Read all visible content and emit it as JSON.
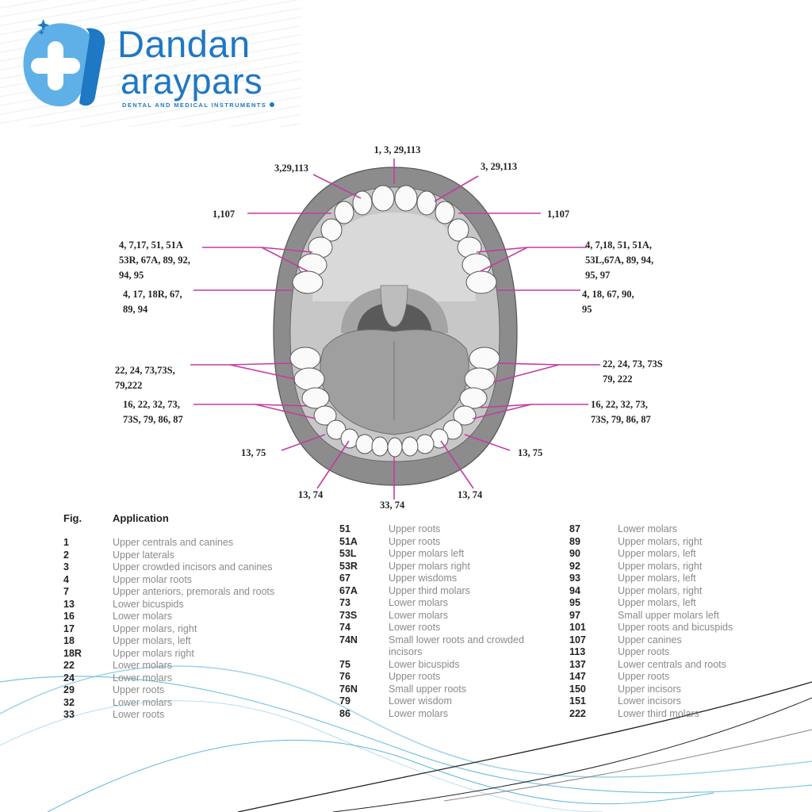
{
  "brand": {
    "name_line1": "Dandan",
    "name_line2": "araypars",
    "tagline": "DENTAL AND MEDICAL INSTRUMENTS",
    "colors": {
      "primary": "#1e78c3",
      "light": "#5fb0e6"
    }
  },
  "diagram": {
    "accent": "#c33ca0",
    "labels": {
      "top_center": "1, 3, 29,113",
      "top_left": "3,29,113",
      "top_right": "3, 29,113",
      "left_1107": "1,107",
      "right_1107": "1,107",
      "upper_left_molars": "4, 7,17, 51, 51A\n53R, 67A, 89, 92,\n94, 95",
      "upper_right_molars": "4, 7,18, 51, 51A,\n53L,67A, 89, 94,\n95, 97",
      "upper_left_roots": "4, 17, 18R, 67,\n89, 94",
      "upper_right_roots": "4, 18, 67, 90,\n95",
      "lower_left_molars": "22, 24, 73,73S,\n79,222",
      "lower_right_molars": "22, 24, 73, 73S\n79, 222",
      "lower_left_roots": "16, 22, 32, 73,\n73S, 79, 86, 87",
      "lower_right_roots": "16, 22, 32, 73,\n73S, 79, 86, 87",
      "lower_left_1375": "13, 75",
      "lower_right_1375": "13, 75",
      "lower_left_1374": "13, 74",
      "lower_right_1374": "13, 74",
      "bottom_center": "33, 74"
    }
  },
  "legend": {
    "fig_header": "Fig.",
    "app_header": "Application",
    "col1": [
      {
        "fig": "1",
        "app": "Upper centrals and canines"
      },
      {
        "fig": "2",
        "app": "Upper laterals"
      },
      {
        "fig": "3",
        "app": "Upper crowded incisors and canines"
      },
      {
        "fig": "4",
        "app": "Upper molar roots"
      },
      {
        "fig": "7",
        "app": "Upper anteriors, premorals and roots"
      },
      {
        "fig": "13",
        "app": "Lower bicuspids"
      },
      {
        "fig": "16",
        "app": "Lower molars"
      },
      {
        "fig": "17",
        "app": "Upper molars, right"
      },
      {
        "fig": "18",
        "app": "Upper molars, left"
      },
      {
        "fig": "18R",
        "app": "Upper molars right"
      },
      {
        "fig": "22",
        "app": "Lower molars"
      },
      {
        "fig": "24",
        "app": "Lower molars"
      },
      {
        "fig": "29",
        "app": "Upper roots"
      },
      {
        "fig": "32",
        "app": "Lower molars"
      },
      {
        "fig": "33",
        "app": "Lower roots"
      }
    ],
    "col2": [
      {
        "fig": "51",
        "app": "Upper roots"
      },
      {
        "fig": "51A",
        "app": "Upper roots"
      },
      {
        "fig": "53L",
        "app": "Upper molars left"
      },
      {
        "fig": "53R",
        "app": "Upper molars right"
      },
      {
        "fig": "67",
        "app": "Upper wisdoms"
      },
      {
        "fig": "67A",
        "app": "Upper third molars"
      },
      {
        "fig": "73",
        "app": "Lower molars"
      },
      {
        "fig": "73S",
        "app": "Lower molars"
      },
      {
        "fig": "74",
        "app": "Lower roots"
      },
      {
        "fig": "74N",
        "app": "Small lower roots and crowded\nincisors"
      },
      {
        "fig": "75",
        "app": "Lower bicuspids"
      },
      {
        "fig": "76",
        "app": "Upper roots"
      },
      {
        "fig": "76N",
        "app": "Small upper roots"
      },
      {
        "fig": "79",
        "app": "Lower wisdom"
      },
      {
        "fig": "86",
        "app": "Lower molars"
      }
    ],
    "col3": [
      {
        "fig": "87",
        "app": "Lower molars"
      },
      {
        "fig": "89",
        "app": "Upper molars, right"
      },
      {
        "fig": "90",
        "app": "Upper molars, left"
      },
      {
        "fig": "92",
        "app": "Upper molars, right"
      },
      {
        "fig": "93",
        "app": "Upper molars, left"
      },
      {
        "fig": "94",
        "app": "Upper molars, right"
      },
      {
        "fig": "95",
        "app": "Upper molars, left"
      },
      {
        "fig": "97",
        "app": "Small upper molars left"
      },
      {
        "fig": "101",
        "app": "Upper roots and bicuspids"
      },
      {
        "fig": "107",
        "app": "Upper canines"
      },
      {
        "fig": "113",
        "app": "Upper roots"
      },
      {
        "fig": "137",
        "app": "Lower centrals and roots"
      },
      {
        "fig": "147",
        "app": "Upper roots"
      },
      {
        "fig": "150",
        "app": "Upper incisors"
      },
      {
        "fig": "151",
        "app": "Lower incisors"
      },
      {
        "fig": "222",
        "app": "Lower third molars"
      }
    ]
  }
}
